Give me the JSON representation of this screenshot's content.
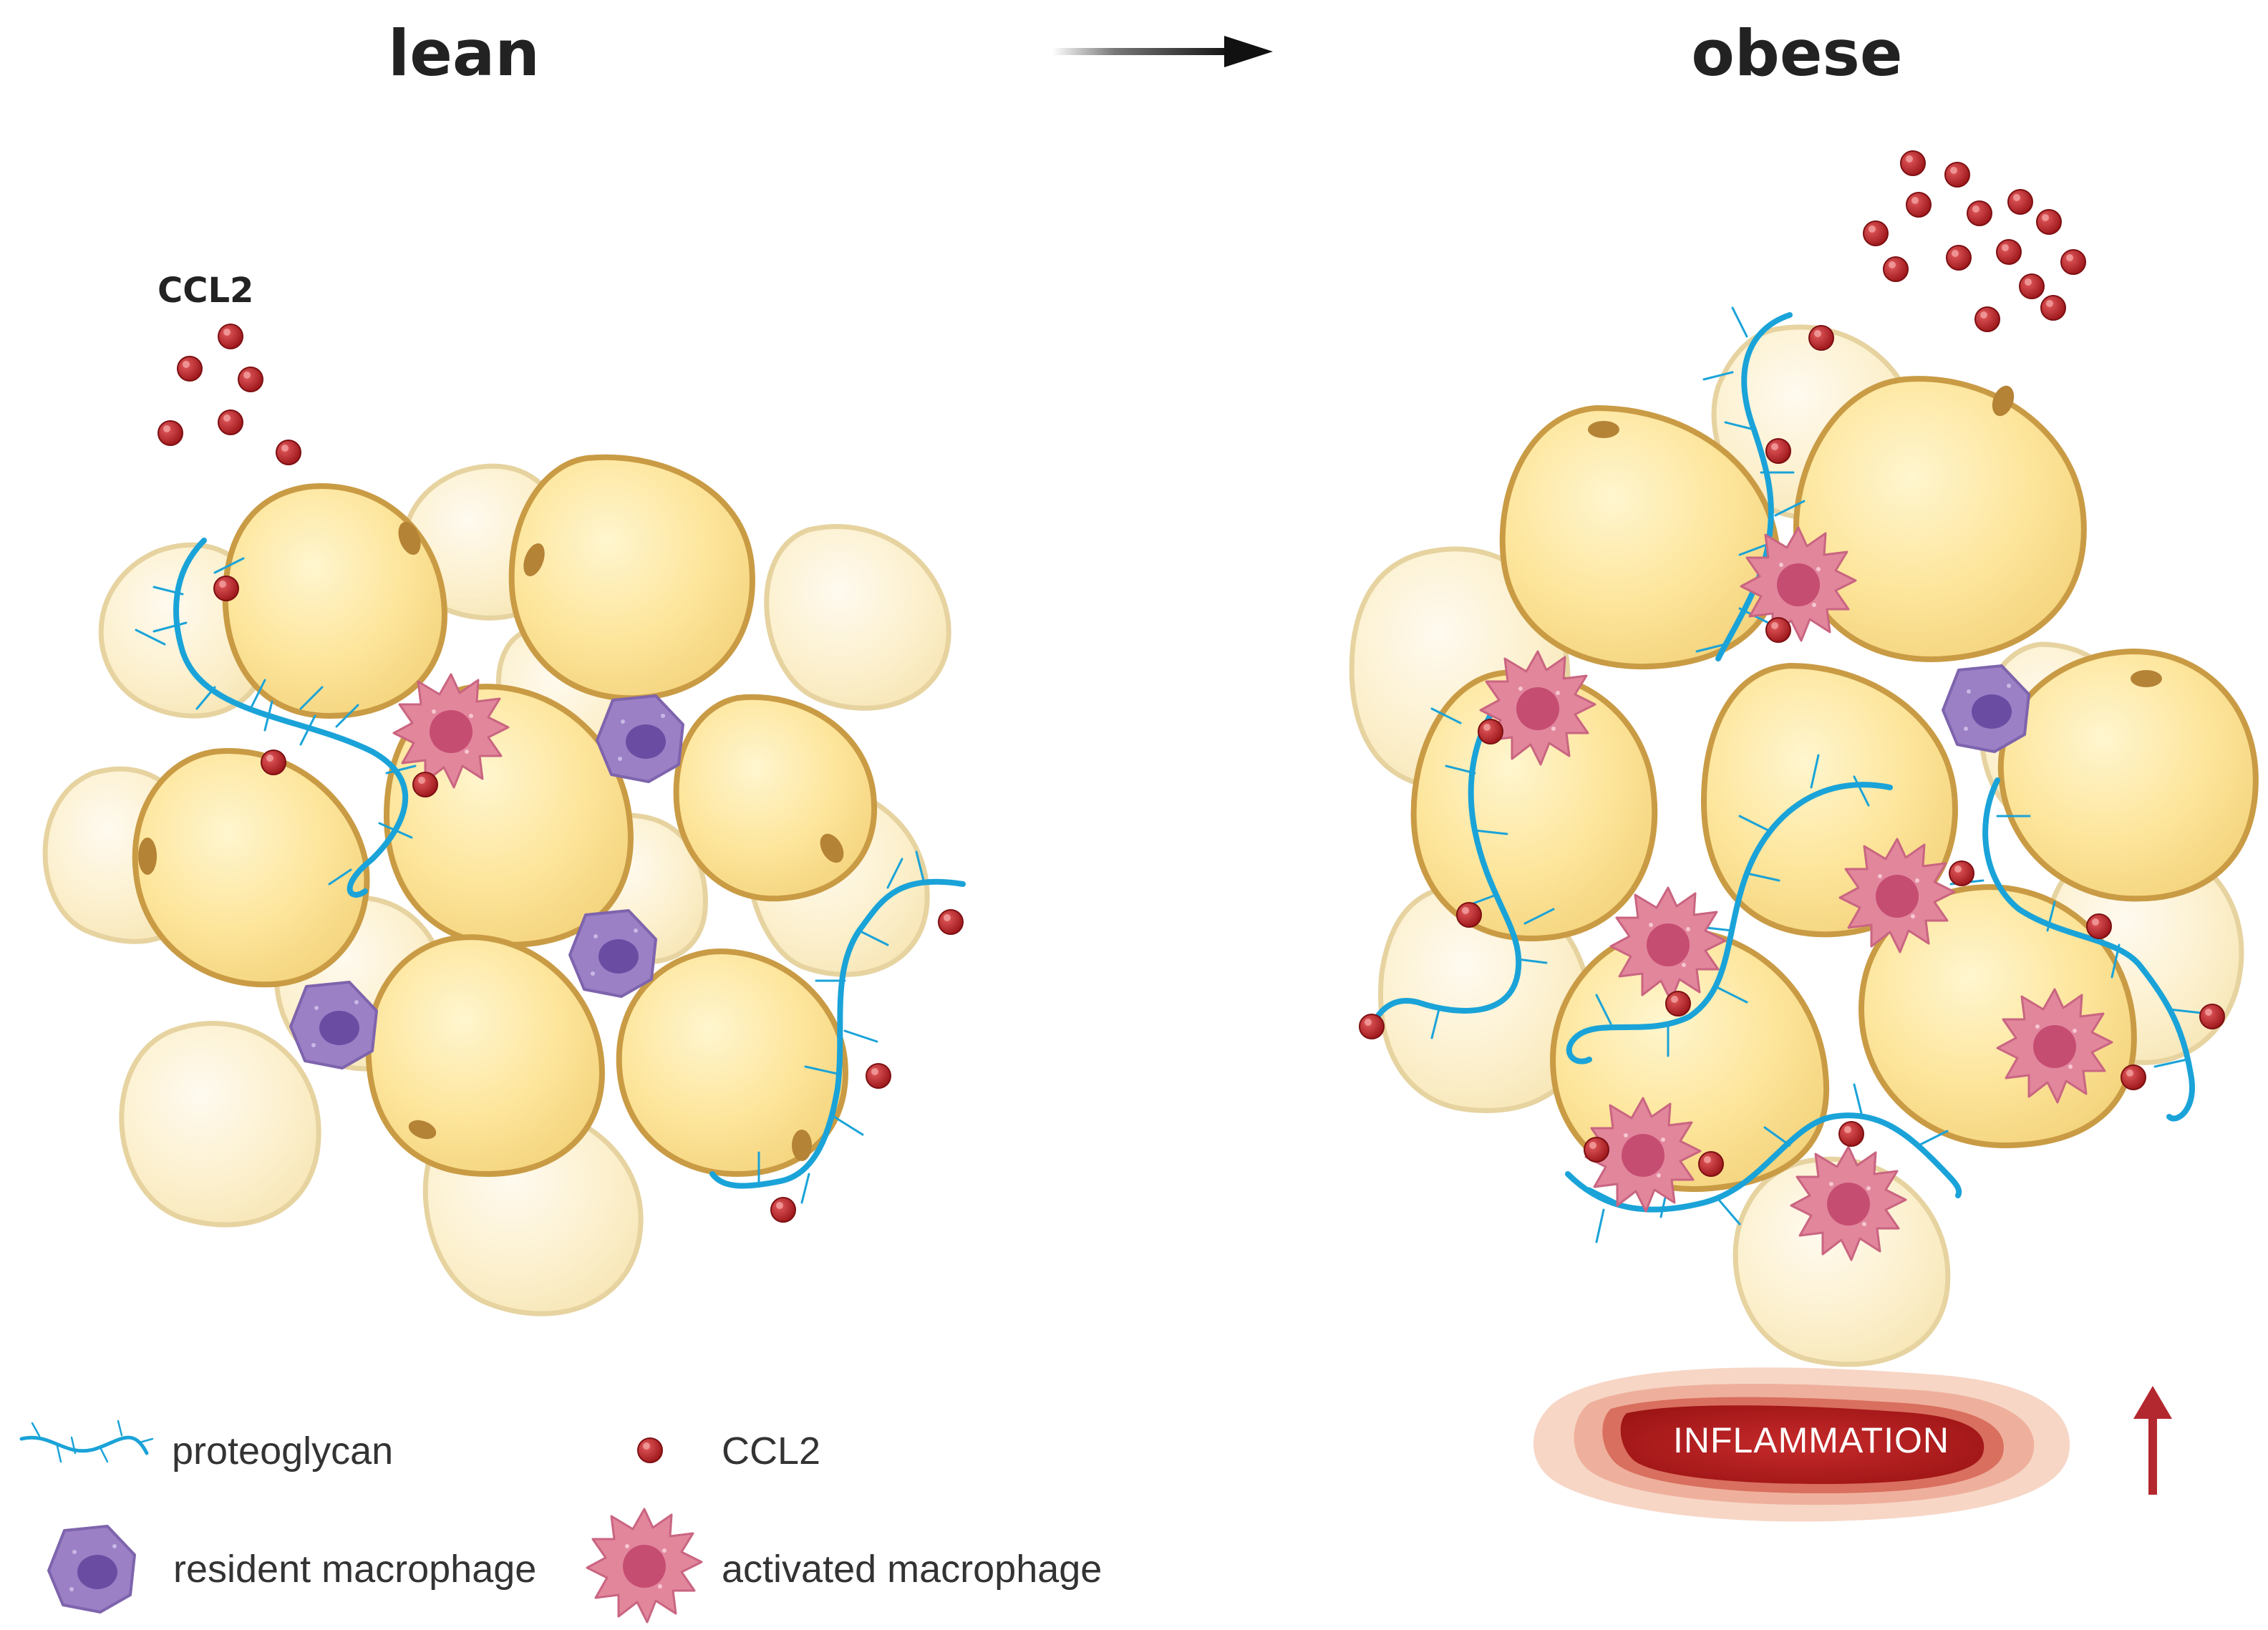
{
  "titles": {
    "lean": "lean",
    "obese": "obese"
  },
  "labels": {
    "ccl2_cluster": "CCL2",
    "inflammation": "INFLAMMATION"
  },
  "legend": {
    "proteoglycan": "proteoglycan",
    "ccl2": "CCL2",
    "resident_macrophage": "resident macrophage",
    "activated_macrophage": "activated macrophage"
  },
  "colors": {
    "adipocyte_fill": "#fbe49a",
    "adipocyte_edge": "#c99b44",
    "adipocyte_faded_fill": "#fbefc8",
    "adipocyte_faded_edge": "#e3cf9a",
    "proteoglycan": "#1aa3d8",
    "ccl2": "#b51f24",
    "resident_macrophage": "#9a7fc4",
    "activated_macrophage": "#e0839b",
    "inflammation": "#b81d20",
    "up_arrow": "#b3282e"
  },
  "icons": {
    "transition_arrow": "right-arrow-icon",
    "increase_arrow": "up-arrow-icon"
  }
}
